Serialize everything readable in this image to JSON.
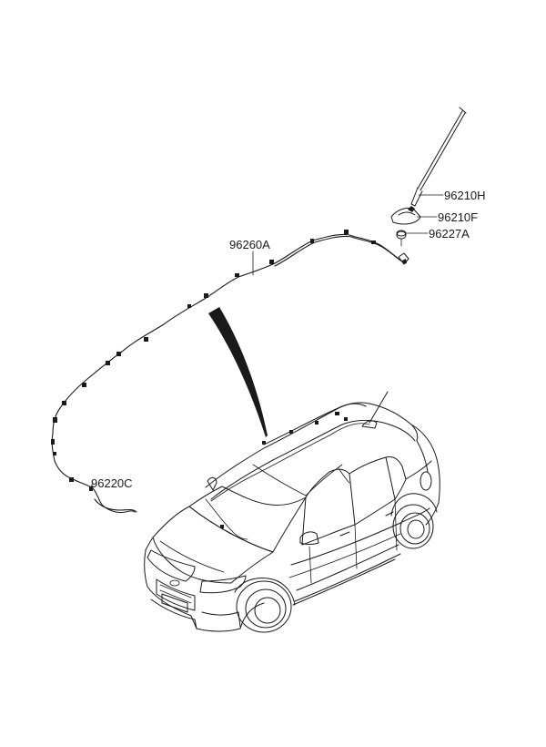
{
  "labels": {
    "antenna_rod": "96210H",
    "antenna_base": "96210F",
    "antenna_gasket": "96227A",
    "roof_cable": "96260A",
    "feeder_cable": "96220C"
  }
}
